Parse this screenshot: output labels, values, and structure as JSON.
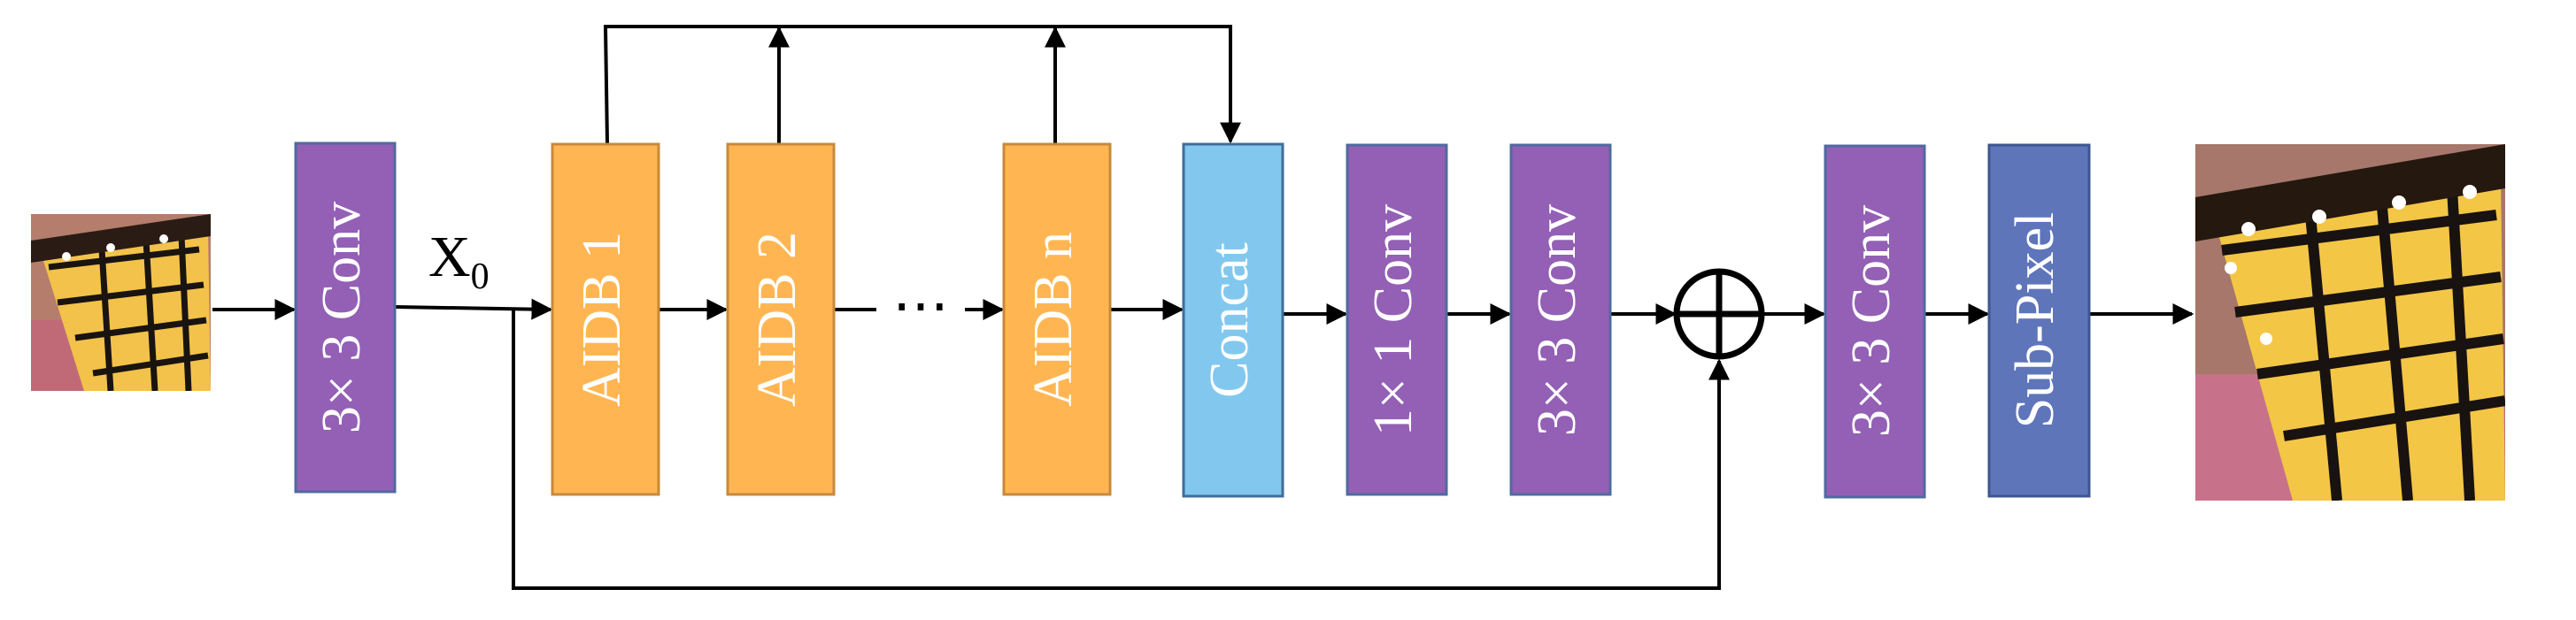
{
  "colors": {
    "conv": "#9360b5",
    "conv_stroke": "#4f6aa0",
    "aidb": "#ffb652",
    "aidb_stroke": "#c8893a",
    "concat": "#82c8ee",
    "concat_stroke": "#3f6d9a",
    "subpixel": "#5f75ba",
    "subpixel_stroke": "#3e5690",
    "arrow": "#000000"
  },
  "blocks": {
    "conv_in": "3× 3 Conv",
    "aidb_1": "AIDB 1",
    "aidb_2": "AIDB 2",
    "aidb_n": "AIDB n",
    "concat": "Concat",
    "conv_1x1": "1× 1 Conv",
    "conv_mid": "3× 3 Conv",
    "conv_out": "3× 3 Conv",
    "subpixel": "Sub-Pixel"
  },
  "labels": {
    "x0_main": "X",
    "x0_sub": "0",
    "ellipsis": "⋯"
  },
  "icons": {
    "sum": "circled-plus-icon",
    "input": "butterfly-image-low-res",
    "output": "butterfly-image-high-res"
  }
}
